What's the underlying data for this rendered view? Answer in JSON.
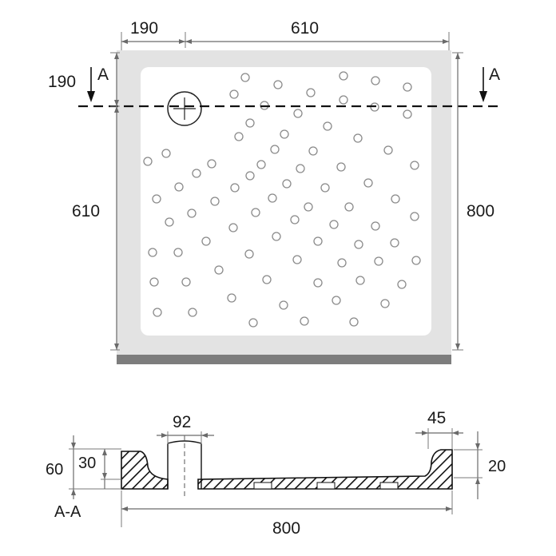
{
  "plan": {
    "dim_top_left": "190",
    "dim_top_right": "610",
    "dim_left_top": "190",
    "dim_left_height": "610",
    "dim_right_height": "800",
    "section_marker_left": "A",
    "section_marker_right": "A"
  },
  "section": {
    "dim_drain_width": "92",
    "dim_rim_width": "45",
    "dim_total_height": "60",
    "dim_inner_depth": "30",
    "dim_right_height": "20",
    "dim_total_width": "800",
    "label": "A-A"
  },
  "colors": {
    "tray_frame": "#e3e3e3",
    "tray_base": "#7d7d7d",
    "inner_surface": "#ffffff",
    "hatch": "#111111"
  }
}
